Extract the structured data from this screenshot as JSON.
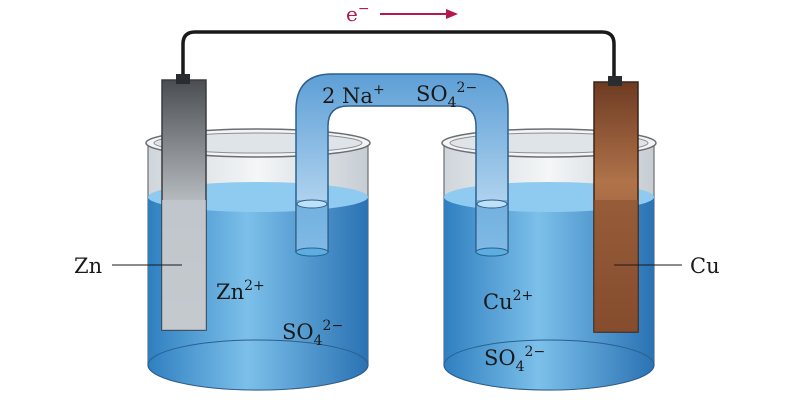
{
  "electron_label": {
    "base": "e",
    "sup": "−"
  },
  "electrodes": {
    "left": {
      "label": "Zn",
      "color": "#c3c8cd"
    },
    "right": {
      "label": "Cu",
      "color": "#8a5232"
    }
  },
  "salt_bridge": {
    "cation": {
      "base": "2 Na",
      "sup": "+"
    },
    "anion": {
      "base": "SO",
      "sub": "4",
      "sup": "2−"
    }
  },
  "left_beaker": {
    "cation": {
      "base": "Zn",
      "sup": "2+"
    },
    "anion": {
      "base": "SO",
      "sub": "4",
      "sup": "2−"
    }
  },
  "right_beaker": {
    "cation": {
      "base": "Cu",
      "sup": "2+"
    },
    "anion": {
      "base": "SO",
      "sub": "4",
      "sup": "2−"
    }
  },
  "colors": {
    "solution": "#5aaee0",
    "solution_dark": "#2f7fc0",
    "glass": "#e8ecef",
    "wire": "#1a1a1a",
    "electron_arrow": "#b5174f"
  }
}
